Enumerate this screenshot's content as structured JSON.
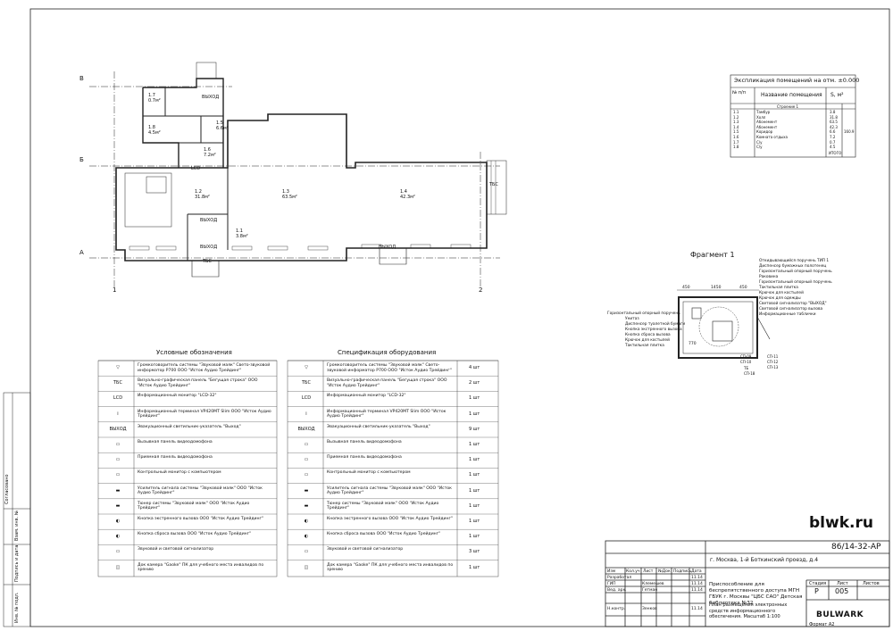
{
  "watermark": "blwk.ru",
  "brand": "BULWARK",
  "drawing_number": "86/14-32-АР",
  "address": "г. Москва, 1-й Боткинский проезд, д.4",
  "title_block": {
    "project": "Приспособление для беспрепятственного доступа МГН ГБУК г. Москвы \"ЦБС САО\" Детская библиотека №32",
    "sheet_title": "План размещения электронных средств информационного обеспечения. Масштаб 1:100",
    "stage_label": "Стадия",
    "sheet_label": "Лист",
    "sheets_label": "Листов",
    "stage": "Р",
    "sheet": "005",
    "format": "Формат А2",
    "header_cols": [
      "Изм",
      "Кол.уч",
      "Лист",
      "№Док",
      "Подпись",
      "Дата"
    ],
    "roles": [
      {
        "role": "Разработал",
        "name": "",
        "date": "11.14"
      },
      {
        "role": "ГИП",
        "name": "Клемешев",
        "date": "11.14"
      },
      {
        "role": "Вед. арх.",
        "name": "Гетман",
        "date": "11.14"
      },
      {
        "role": "",
        "name": "",
        "date": ""
      },
      {
        "role": "Н.контр.",
        "name": "Зенков",
        "date": "11.14"
      }
    ]
  },
  "side_stamp": [
    "Согласовано",
    "Инв. № подл.",
    "Подпись и дата",
    "Взам. инв. №"
  ],
  "grid_labels": {
    "rows": [
      "В",
      "Б",
      "А"
    ],
    "cols": [
      "1",
      "2"
    ]
  },
  "rooms": [
    {
      "id": "1.1",
      "area": "3.8м²"
    },
    {
      "id": "1.2",
      "area": "31.8м²"
    },
    {
      "id": "1.3",
      "area": "63.5м²"
    },
    {
      "id": "1.4",
      "area": "42.3м²"
    },
    {
      "id": "1.5",
      "area": "6.6м²"
    },
    {
      "id": "1.6",
      "area": "7.2м²"
    },
    {
      "id": "1.7",
      "area": "0.7м²"
    },
    {
      "id": "1.8",
      "area": "4.5м²"
    }
  ],
  "plan_labels": {
    "exit": "ВЫХОД",
    "tbs": "ТБС",
    "lcd": "LCD"
  },
  "explication": {
    "title": "Экспликация помещений на отм. ±0.000",
    "col_num": "№ п/п",
    "col_name": "Название помещения",
    "col_area": "S, м²",
    "subheader": "Строение 1",
    "rows": [
      {
        "n": "1.1",
        "name": "Тамбур",
        "s": "3.8"
      },
      {
        "n": "1.2",
        "name": "Холл",
        "s": "31.8"
      },
      {
        "n": "1.3",
        "name": "Абонемент",
        "s": "63.5"
      },
      {
        "n": "1.4",
        "name": "Абонемент",
        "s": "42.3"
      },
      {
        "n": "1.5",
        "name": "Коридор",
        "s": "6.6"
      },
      {
        "n": "1.6",
        "name": "Комната отдыха",
        "s": "7.2"
      },
      {
        "n": "1.7",
        "name": "С/у",
        "s": "0.7"
      },
      {
        "n": "1.8",
        "name": "С/у",
        "s": "4.5"
      }
    ],
    "total_label": "ИТОГО:",
    "total": "160.9"
  },
  "fragment": {
    "title": "Фрагмент 1",
    "dims": [
      "450",
      "1450",
      "450",
      "770"
    ],
    "labels_right": [
      "Откидывающийся поручень ТИП 1",
      "Диспенсер бумажных полотенец",
      "Горизонтальный опорный поручень",
      "Раковина",
      "Горизонтальный опорный поручень",
      "Тактильная плитка",
      "Крючок для костылей",
      "Крючок для одежды",
      "Световой сигнализатор \"ВЫХОД\"",
      "Световой сигнализатор вызова",
      "Информационные таблички"
    ],
    "labels_left": [
      "Горизонтальный опорный поручень",
      "Унитаз",
      "Диспенсер туалетной бумаги",
      "Кнопка экстренного вызова",
      "Кнопка сброса вызова",
      "Крючок для костылей",
      "Тактильная плитка"
    ],
    "marks": [
      "СП-09",
      "СП-10",
      "СП-11",
      "СП-12",
      "СП-13",
      "ТБ",
      "СП-18"
    ]
  },
  "legend": {
    "title": "Условные обозначения",
    "rows": [
      {
        "sym": "▽",
        "text": "Громкоговоритель системы \"Звуковой маяк\" Свето-звуковой информатор Р700 ООО \"Исток Аудио Трейдинг\""
      },
      {
        "sym": "ТБС",
        "text": "Визуально-графическая панель \"Бегущая строка\" ООО \"Исток Аудио Трейдинг\""
      },
      {
        "sym": "LCD",
        "text": "Информационный монитор \"LCD-32\""
      },
      {
        "sym": "i",
        "text": "Информационный терминал VP420MT Slim ООО \"Исток Аудио Трейдинг\""
      },
      {
        "sym": "ВЫХОД",
        "text": "Эвакуационный светильник-указатель \"Выход\""
      },
      {
        "sym": "▭",
        "text": "Вызывная панель видеодомофона"
      },
      {
        "sym": "▭",
        "text": "Приемная панель видеодомофона"
      },
      {
        "sym": "▭",
        "text": "Контрольный монитор с компьютером"
      },
      {
        "sym": "▬",
        "text": "Усилитель сигнала системы \"Звуковой маяк\" ООО \"Исток Аудио Трейдинг\""
      },
      {
        "sym": "▬",
        "text": "Тюнер системы \"Звуковой маяк\" ООО \"Исток Аудио Трейдинг\""
      },
      {
        "sym": "◐",
        "text": "Кнопка экстренного вызова ООО \"Исток Аудио Трейдинг\""
      },
      {
        "sym": "◐",
        "text": "Кнопка сброса вызова ООО \"Исток Аудио Трейдинг\""
      },
      {
        "sym": "▭",
        "text": "Звуковой и световой сигнализатор"
      },
      {
        "sym": "◫",
        "text": "Док камера \"Gaoke\" ПК для учебного места инвалидов по зрению"
      }
    ]
  },
  "spec": {
    "title": "Спецификация оборудования",
    "rows": [
      {
        "sym": "▽",
        "text": "Громкоговоритель системы \"Звуковой маяк\" Свето-звуковой информатор Р700 ООО \"Исток Аудио Трейдинг\"",
        "qty": "4 шт"
      },
      {
        "sym": "ТБС",
        "text": "Визуально-графическая панель \"Бегущая строка\" ООО \"Исток Аудио Трейдинг\"",
        "qty": "2 шт"
      },
      {
        "sym": "LCD",
        "text": "Информационный монитор \"LCD-32\"",
        "qty": "1 шт"
      },
      {
        "sym": "i",
        "text": "Информационный терминал VP420MT Slim ООО \"Исток Аудио Трейдинг\"",
        "qty": "1 шт"
      },
      {
        "sym": "ВЫХОД",
        "text": "Эвакуационный светильник-указатель \"Выход\"",
        "qty": "9 шт"
      },
      {
        "sym": "▭",
        "text": "Вызывная панель видеодомофона",
        "qty": "1 шт"
      },
      {
        "sym": "▭",
        "text": "Приемная панель видеодомофона",
        "qty": "1 шт"
      },
      {
        "sym": "▭",
        "text": "Контрольный монитор с компьютером",
        "qty": "1 шт"
      },
      {
        "sym": "▬",
        "text": "Усилитель сигнала системы \"Звуковой маяк\" ООО \"Исток Аудио Трейдинг\"",
        "qty": "1 шт"
      },
      {
        "sym": "▬",
        "text": "Тюнер системы \"Звуковой маяк\" ООО \"Исток Аудио Трейдинг\"",
        "qty": "1 шт"
      },
      {
        "sym": "◐",
        "text": "Кнопка экстренного вызова ООО \"Исток Аудио Трейдинг\"",
        "qty": "1 шт"
      },
      {
        "sym": "◐",
        "text": "Кнопка сброса вызова ООО \"Исток Аудио Трейдинг\"",
        "qty": "1 шт"
      },
      {
        "sym": "▭",
        "text": "Звуковой и световой сигнализатор",
        "qty": "3 шт"
      },
      {
        "sym": "◫",
        "text": "Док камера \"Gaoke\" ПК для учебного места инвалидов по зрению",
        "qty": "1 шт"
      }
    ]
  }
}
